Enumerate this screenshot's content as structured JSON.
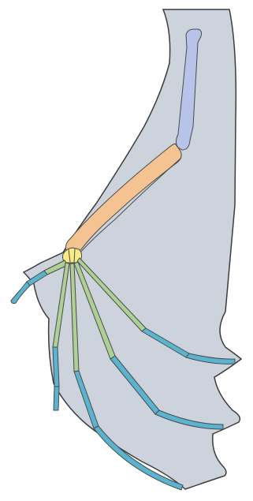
{
  "diagram": {
    "subject": "bat-wing-skeleton",
    "colors": {
      "background": "#ffffff",
      "membrane": "#cdd3dc",
      "outline": "#3c3c3c",
      "humerus": "#b8c3ea",
      "radius_ulna": "#f5c291",
      "carpals": "#f6eb86",
      "metacarpals": "#aed095",
      "phalanges": "#5bb4cf"
    },
    "parts": [
      {
        "name": "humerus-bone",
        "color_key": "humerus"
      },
      {
        "name": "radius-ulna-bone",
        "color_key": "radius_ulna"
      },
      {
        "name": "carpal-bones",
        "color_key": "carpals"
      },
      {
        "name": "metacarpal-bones",
        "color_key": "metacarpals"
      },
      {
        "name": "phalanx-bones",
        "color_key": "phalanges"
      }
    ]
  }
}
